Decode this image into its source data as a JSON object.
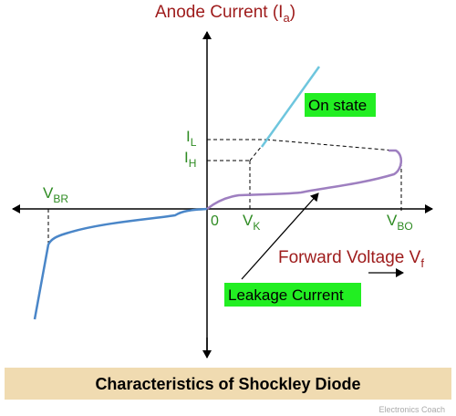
{
  "title": "Characteristics of Shockley Diode",
  "watermark": "Electronics Coach",
  "axes": {
    "y_label": {
      "main": "Anode Current (I",
      "sub": "a",
      "close": ")"
    },
    "x_label": {
      "main": "Forward Voltage V",
      "sub": "f"
    },
    "origin": "0"
  },
  "ticks": {
    "v_br": {
      "main": "V",
      "sub": "BR"
    },
    "v_k": {
      "main": "V",
      "sub": "K"
    },
    "v_bo": {
      "main": "V",
      "sub": "BO"
    },
    "i_l": {
      "main": "I",
      "sub": "L"
    },
    "i_h": {
      "main": "I",
      "sub": "H"
    }
  },
  "annotations": {
    "on_state": "On state",
    "leakage_current": "Leakage Current"
  },
  "colors": {
    "axis": "#000000",
    "reverse_curve": "#4a86c8",
    "forward_curve": "#9e7fc0",
    "on_state_line": "#6ec6de",
    "label_red": "#9e1b1b",
    "label_green": "#2e8b22",
    "highlight": "#22ee22",
    "title_band": "#f0dbb1"
  }
}
